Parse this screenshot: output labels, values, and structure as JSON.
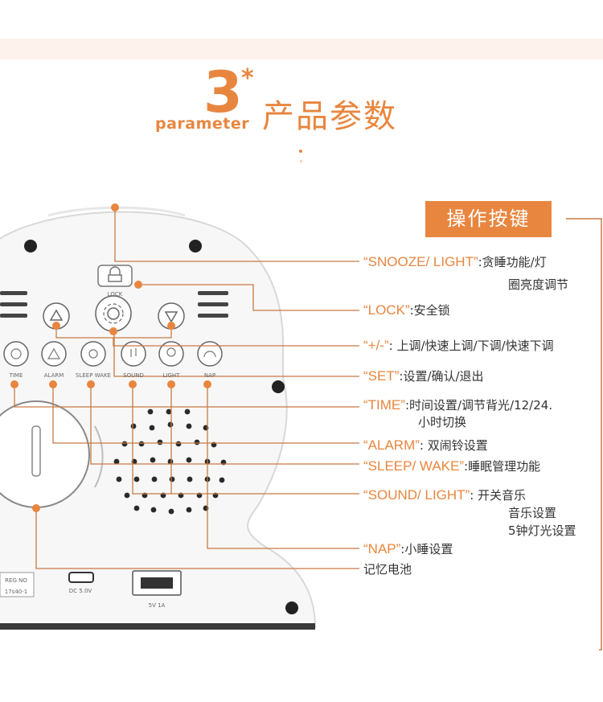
{
  "header": {
    "number": "3",
    "star": "*",
    "english": "parameter",
    "chinese": "产品参数"
  },
  "keys_title": "操作按键",
  "device": {
    "lock_label": "LOCK",
    "buttons": [
      "TIME",
      "ALARM",
      "SLEEP WAKE",
      "SOUND",
      "LIGHT",
      "NAP"
    ],
    "port_labels": [
      "REG NO",
      "DC 5.0V",
      "5V 1A"
    ],
    "reg_text": "17s40-1"
  },
  "callouts": [
    {
      "key": "“SNOOZE/ LIGHT”",
      "text": ":贪睡功能/灯",
      "extra": "圈亮度调节"
    },
    {
      "key": "“LOCK”",
      "text": ":安全锁"
    },
    {
      "key": "“+/-”",
      "text": ": 上调/快速上调/下调/快速下调"
    },
    {
      "key": "“SET”",
      "text": ":设置/确认/退出"
    },
    {
      "key": "“TIME”",
      "text": ":时间设置/调节背光/12/24.",
      "extra": "小时切换"
    },
    {
      "key": "“ALARM”",
      "text": ": 双闹铃设置"
    },
    {
      "key": "“SLEEP/ WAKE”",
      "text": ":睡眠管理功能"
    },
    {
      "key": "“SOUND/ LIGHT”",
      "text": ":  开关音乐",
      "extra": "音乐设置",
      "extra2": "5钟灯光设置"
    },
    {
      "key": "“NAP”",
      "text": ":小睡设置"
    },
    {
      "key": "",
      "text": "记忆电池"
    }
  ],
  "colors": {
    "accent": "#e8863f",
    "band": "#fdf3ec",
    "line": "#c87a44"
  }
}
